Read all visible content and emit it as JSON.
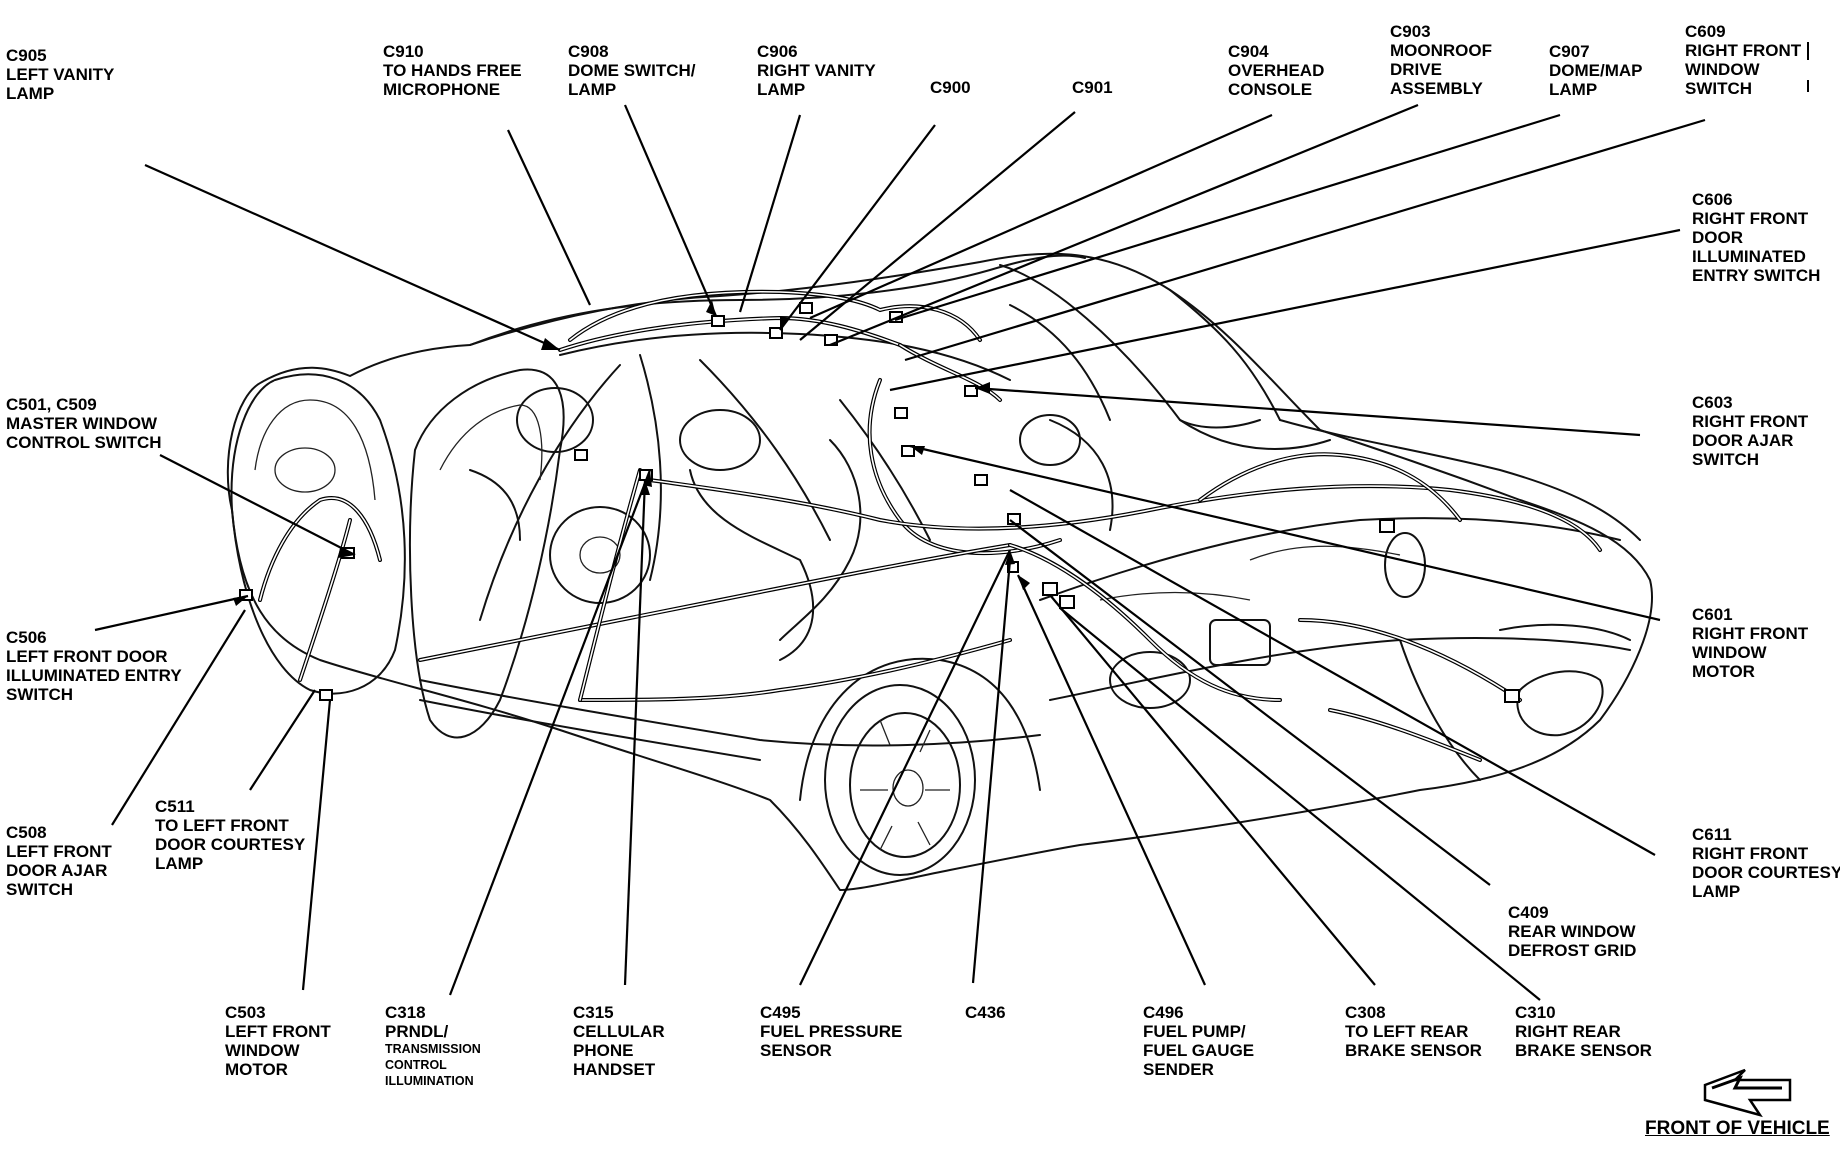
{
  "labels": [
    {
      "id": "c905",
      "lines": [
        "C905",
        "LEFT VANITY",
        "LAMP"
      ]
    },
    {
      "id": "c910",
      "lines": [
        "C910",
        "TO HANDS FREE",
        "MICROPHONE"
      ]
    },
    {
      "id": "c908",
      "lines": [
        "C908",
        "DOME SWITCH/",
        "LAMP"
      ]
    },
    {
      "id": "c906",
      "lines": [
        "C906",
        "RIGHT VANITY",
        "LAMP"
      ]
    },
    {
      "id": "c900",
      "lines": [
        "C900"
      ]
    },
    {
      "id": "c901",
      "lines": [
        "C901"
      ]
    },
    {
      "id": "c904",
      "lines": [
        "C904",
        "OVERHEAD",
        "CONSOLE"
      ]
    },
    {
      "id": "c903",
      "lines": [
        "C903",
        "MOONROOF",
        "DRIVE",
        "ASSEMBLY"
      ]
    },
    {
      "id": "c907",
      "lines": [
        "C907",
        "DOME/MAP",
        "LAMP"
      ]
    },
    {
      "id": "c609",
      "lines": [
        "C609",
        "RIGHT FRONT",
        "WINDOW",
        "SWITCH"
      ]
    },
    {
      "id": "c606",
      "lines": [
        "C606",
        "RIGHT FRONT",
        "DOOR",
        "ILLUMINATED",
        "ENTRY SWITCH"
      ]
    },
    {
      "id": "c501",
      "lines": [
        "C501, C509",
        "MASTER WINDOW",
        "CONTROL SWITCH"
      ]
    },
    {
      "id": "c603",
      "lines": [
        "C603",
        "RIGHT FRONT",
        "DOOR AJAR",
        "SWITCH"
      ]
    },
    {
      "id": "c506",
      "lines": [
        "C506",
        "LEFT FRONT DOOR",
        "ILLUMINATED ENTRY",
        "SWITCH"
      ]
    },
    {
      "id": "c601",
      "lines": [
        "C601",
        "RIGHT FRONT",
        "WINDOW",
        "MOTOR"
      ]
    },
    {
      "id": "c508",
      "lines": [
        "C508",
        "LEFT FRONT",
        "DOOR AJAR",
        "SWITCH"
      ]
    },
    {
      "id": "c511",
      "lines": [
        "C511",
        "TO LEFT FRONT",
        "DOOR COURTESY",
        "LAMP"
      ]
    },
    {
      "id": "c611",
      "lines": [
        "C611",
        "RIGHT FRONT",
        "DOOR COURTESY",
        "LAMP"
      ]
    },
    {
      "id": "c409",
      "lines": [
        "C409",
        "REAR WINDOW",
        "DEFROST GRID"
      ]
    },
    {
      "id": "c503",
      "lines": [
        "C503",
        "LEFT FRONT",
        "WINDOW",
        "MOTOR"
      ]
    },
    {
      "id": "c318",
      "lines": [
        "C318",
        "PRNDL/",
        "TRANSMISSION",
        "CONTROL",
        "ILLUMINATION"
      ]
    },
    {
      "id": "c315",
      "lines": [
        "C315",
        "CELLULAR",
        "PHONE",
        "HANDSET"
      ]
    },
    {
      "id": "c495",
      "lines": [
        "C495",
        "FUEL PRESSURE",
        "SENSOR"
      ]
    },
    {
      "id": "c436",
      "lines": [
        "C436"
      ]
    },
    {
      "id": "c496",
      "lines": [
        "C496",
        "FUEL PUMP/",
        "FUEL GAUGE",
        "SENDER"
      ]
    },
    {
      "id": "c308",
      "lines": [
        "C308",
        "TO LEFT REAR",
        "BRAKE SENSOR"
      ]
    },
    {
      "id": "c310",
      "lines": [
        "C310",
        "RIGHT REAR",
        "BRAKE SENSOR"
      ]
    }
  ],
  "front_of_vehicle": "FRONT OF VEHICLE",
  "icons": {
    "direction_arrow": "front-direction-arrow-icon"
  }
}
